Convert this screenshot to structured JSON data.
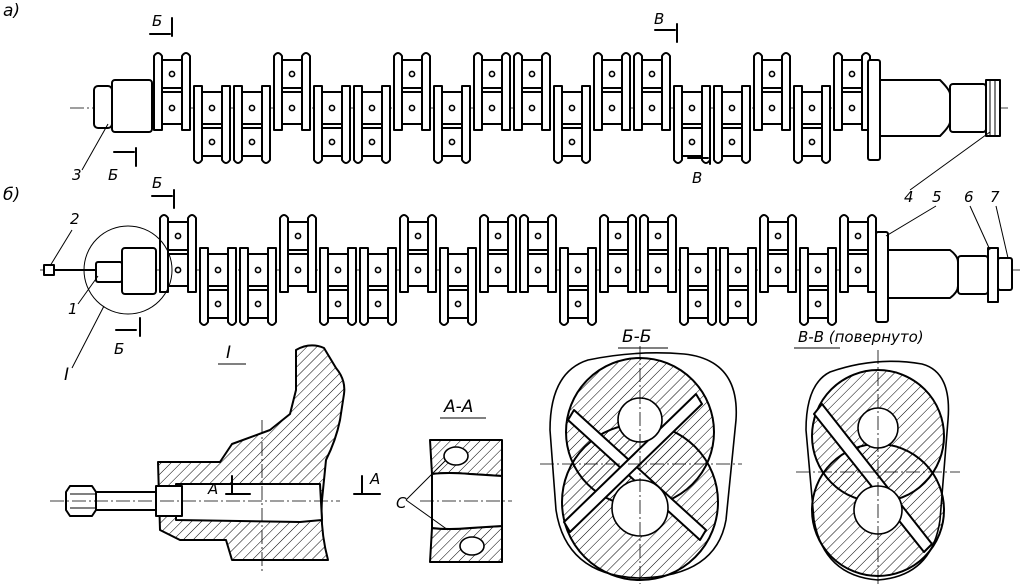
{
  "labels": {
    "view_a": "а)",
    "view_b": "б)",
    "sec_b_top_left": "Б",
    "sec_b_bot_left": "Б",
    "sec_v_top": "В",
    "sec_v_bot": "В",
    "sec_b2_top": "Б",
    "sec_b2_bot": "Б",
    "num_1": "1",
    "num_2": "2",
    "num_3": "3",
    "num_4": "4",
    "num_5": "5",
    "num_6": "6",
    "num_7": "7",
    "detail_I": "I",
    "detail_I_title": "I",
    "sec_A_left": "А",
    "sec_A_right": "А",
    "sec_AA_title": "А-А",
    "label_C": "С",
    "sec_BB_title": "Б-Б",
    "sec_VV_title": "В-В (повернуто)"
  }
}
